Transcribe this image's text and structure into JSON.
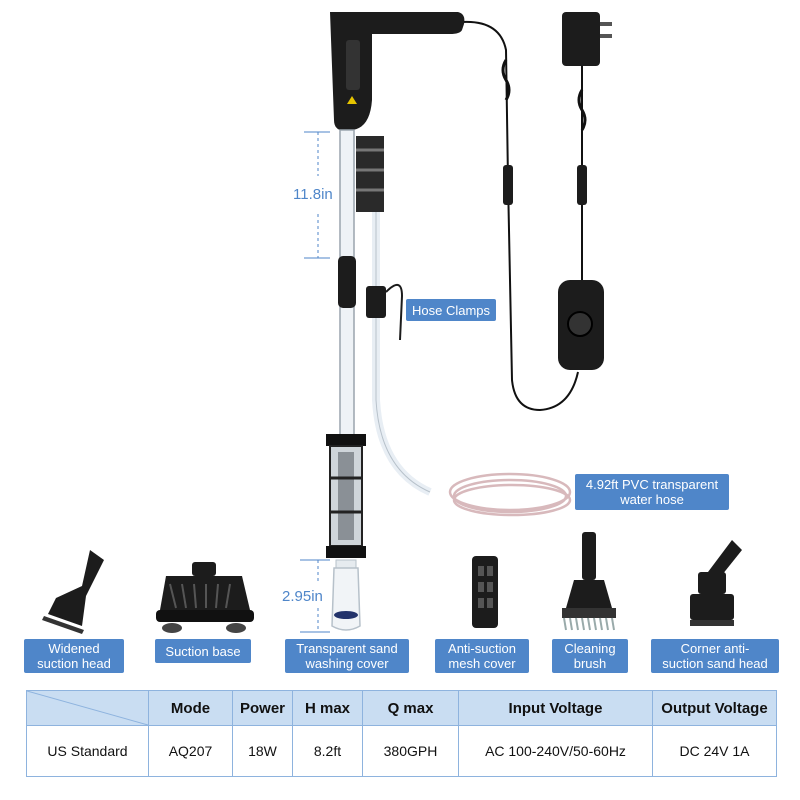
{
  "dimensions": {
    "upper_tube": "11.8in",
    "sand_cover": "2.95in"
  },
  "callouts": {
    "hose_clamps": "Hose Clamps",
    "water_hose": "4.92ft PVC transparent\nwater hose"
  },
  "accessories": [
    {
      "label": "Widened\nsuction head",
      "icon": "widened-suction-head-icon"
    },
    {
      "label": "Suction base",
      "icon": "suction-base-icon"
    },
    {
      "label": "Transparent sand\nwashing cover",
      "icon": "sand-washing-cover-icon"
    },
    {
      "label": "Anti-suction\nmesh cover",
      "icon": "mesh-cover-icon"
    },
    {
      "label": "Cleaning\nbrush",
      "icon": "cleaning-brush-icon"
    },
    {
      "label": "Corner anti-\nsuction sand head",
      "icon": "corner-sand-head-icon"
    }
  ],
  "spec_table": {
    "headers": [
      "",
      "Mode",
      "Power",
      "H max",
      "Q max",
      "Input Voltage",
      "Output Voltage"
    ],
    "rows": [
      [
        "US Standard",
        "AQ207",
        "18W",
        "8.2ft",
        "380GPH",
        "AC 100-240V/50-60Hz",
        "DC 24V 1A"
      ]
    ]
  },
  "colors": {
    "accent": "#4f86c9",
    "header_bg": "#c9ddf2",
    "product": "#1c1c1c"
  }
}
